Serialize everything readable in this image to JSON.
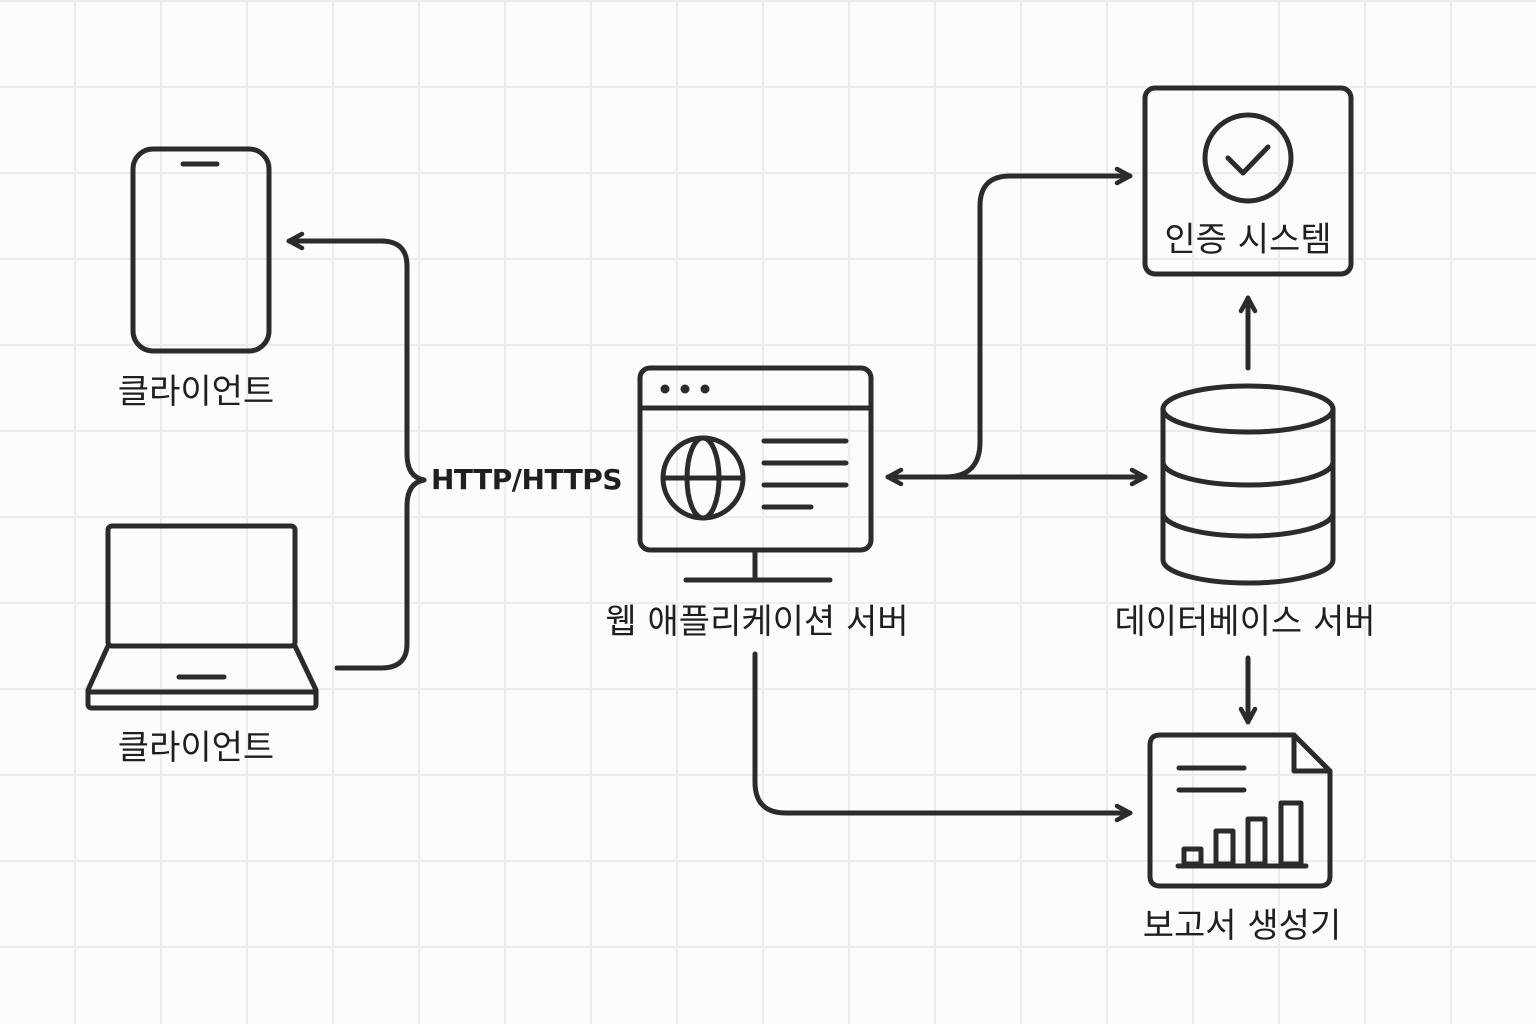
{
  "nodes": {
    "phone_client": {
      "label": "클라이언트",
      "icon": "smartphone-icon"
    },
    "laptop_client": {
      "label": "클라이언트",
      "icon": "laptop-icon"
    },
    "web_server": {
      "label": "웹 애플리케이션 서버",
      "icon": "web-browser-monitor-icon"
    },
    "auth_system": {
      "label": "인증 시스템",
      "icon": "check-circle-icon"
    },
    "db_server": {
      "label": "데이터베이스 서버",
      "icon": "database-icon"
    },
    "report_generator": {
      "label": "보고서 생성기",
      "icon": "report-chart-icon"
    }
  },
  "edges": [
    {
      "from": "web_server",
      "to": "clients",
      "label": "HTTP/HTTPS"
    },
    {
      "from": "web_server",
      "to": "auth_system",
      "label": ""
    },
    {
      "from": "web_server",
      "to": "db_server",
      "label": "",
      "bidirectional": true
    },
    {
      "from": "db_server",
      "to": "auth_system",
      "label": ""
    },
    {
      "from": "db_server",
      "to": "report_generator",
      "label": ""
    },
    {
      "from": "web_server",
      "to": "report_generator",
      "label": ""
    }
  ],
  "colors": {
    "stroke": "#2b2b2b",
    "grid": "#ececec",
    "background": "#fcfcfc"
  }
}
